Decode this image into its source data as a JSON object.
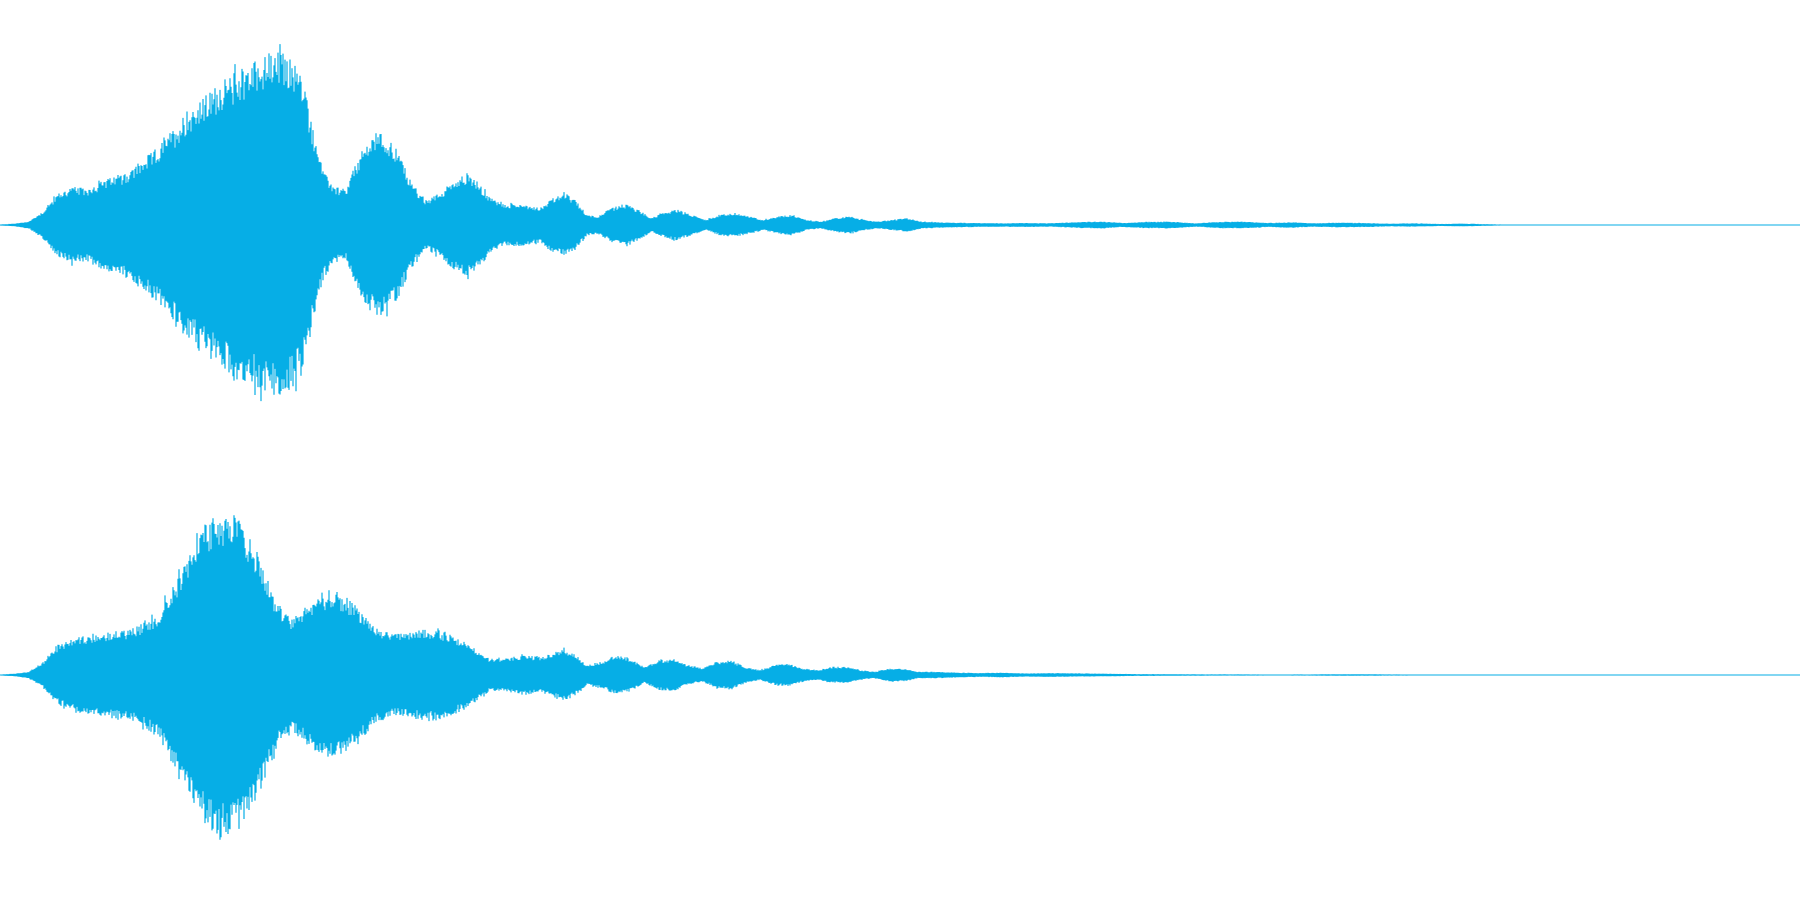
{
  "waveform": {
    "color": "#06aee6",
    "background": "#ffffff",
    "channels": [
      {
        "name": "channel-1",
        "envelope": [
          [
            0.0,
            0.003
          ],
          [
            0.008,
            0.008
          ],
          [
            0.016,
            0.02
          ],
          [
            0.024,
            0.08
          ],
          [
            0.032,
            0.18
          ],
          [
            0.04,
            0.22
          ],
          [
            0.048,
            0.21
          ],
          [
            0.056,
            0.25
          ],
          [
            0.064,
            0.28
          ],
          [
            0.072,
            0.31
          ],
          [
            0.08,
            0.38
          ],
          [
            0.088,
            0.45
          ],
          [
            0.096,
            0.55
          ],
          [
            0.104,
            0.66
          ],
          [
            0.112,
            0.72
          ],
          [
            0.12,
            0.8
          ],
          [
            0.128,
            0.86
          ],
          [
            0.136,
            0.92
          ],
          [
            0.144,
            0.96
          ],
          [
            0.152,
            1.0
          ],
          [
            0.16,
            0.98
          ],
          [
            0.168,
            0.86
          ],
          [
            0.174,
            0.55
          ],
          [
            0.18,
            0.3
          ],
          [
            0.186,
            0.22
          ],
          [
            0.192,
            0.2
          ],
          [
            0.198,
            0.36
          ],
          [
            0.204,
            0.48
          ],
          [
            0.21,
            0.54
          ],
          [
            0.216,
            0.5
          ],
          [
            0.222,
            0.4
          ],
          [
            0.228,
            0.26
          ],
          [
            0.236,
            0.14
          ],
          [
            0.244,
            0.18
          ],
          [
            0.252,
            0.26
          ],
          [
            0.26,
            0.3
          ],
          [
            0.266,
            0.24
          ],
          [
            0.272,
            0.16
          ],
          [
            0.28,
            0.12
          ],
          [
            0.29,
            0.12
          ],
          [
            0.3,
            0.1
          ],
          [
            0.308,
            0.16
          ],
          [
            0.314,
            0.18
          ],
          [
            0.32,
            0.14
          ],
          [
            0.326,
            0.06
          ],
          [
            0.332,
            0.05
          ],
          [
            0.34,
            0.1
          ],
          [
            0.348,
            0.12
          ],
          [
            0.356,
            0.08
          ],
          [
            0.362,
            0.04
          ],
          [
            0.368,
            0.07
          ],
          [
            0.376,
            0.09
          ],
          [
            0.384,
            0.06
          ],
          [
            0.392,
            0.03
          ],
          [
            0.4,
            0.06
          ],
          [
            0.408,
            0.07
          ],
          [
            0.416,
            0.05
          ],
          [
            0.424,
            0.03
          ],
          [
            0.432,
            0.05
          ],
          [
            0.44,
            0.06
          ],
          [
            0.448,
            0.03
          ],
          [
            0.456,
            0.02
          ],
          [
            0.464,
            0.04
          ],
          [
            0.472,
            0.05
          ],
          [
            0.48,
            0.03
          ],
          [
            0.488,
            0.02
          ],
          [
            0.496,
            0.03
          ],
          [
            0.504,
            0.04
          ],
          [
            0.512,
            0.02
          ],
          [
            0.524,
            0.015
          ],
          [
            0.54,
            0.012
          ],
          [
            0.556,
            0.01
          ],
          [
            0.57,
            0.012
          ],
          [
            0.584,
            0.01
          ],
          [
            0.6,
            0.018
          ],
          [
            0.612,
            0.02
          ],
          [
            0.624,
            0.012
          ],
          [
            0.636,
            0.018
          ],
          [
            0.65,
            0.02
          ],
          [
            0.664,
            0.01
          ],
          [
            0.678,
            0.018
          ],
          [
            0.69,
            0.02
          ],
          [
            0.704,
            0.012
          ],
          [
            0.718,
            0.016
          ],
          [
            0.73,
            0.01
          ],
          [
            0.744,
            0.014
          ],
          [
            0.758,
            0.012
          ],
          [
            0.772,
            0.008
          ],
          [
            0.786,
            0.01
          ],
          [
            0.8,
            0.006
          ],
          [
            0.812,
            0.008
          ],
          [
            0.822,
            0.006
          ],
          [
            0.834,
            0.003
          ],
          [
            0.85,
            0.0
          ],
          [
            1.0,
            0.0
          ]
        ]
      },
      {
        "name": "channel-2",
        "envelope": [
          [
            0.0,
            0.003
          ],
          [
            0.008,
            0.008
          ],
          [
            0.016,
            0.02
          ],
          [
            0.024,
            0.08
          ],
          [
            0.032,
            0.18
          ],
          [
            0.04,
            0.22
          ],
          [
            0.048,
            0.24
          ],
          [
            0.056,
            0.26
          ],
          [
            0.064,
            0.27
          ],
          [
            0.072,
            0.28
          ],
          [
            0.08,
            0.32
          ],
          [
            0.088,
            0.38
          ],
          [
            0.096,
            0.55
          ],
          [
            0.104,
            0.72
          ],
          [
            0.112,
            0.88
          ],
          [
            0.12,
            0.98
          ],
          [
            0.128,
            1.0
          ],
          [
            0.136,
            0.9
          ],
          [
            0.144,
            0.72
          ],
          [
            0.15,
            0.55
          ],
          [
            0.156,
            0.4
          ],
          [
            0.162,
            0.34
          ],
          [
            0.168,
            0.4
          ],
          [
            0.176,
            0.48
          ],
          [
            0.184,
            0.52
          ],
          [
            0.192,
            0.48
          ],
          [
            0.2,
            0.4
          ],
          [
            0.208,
            0.3
          ],
          [
            0.216,
            0.26
          ],
          [
            0.224,
            0.25
          ],
          [
            0.232,
            0.27
          ],
          [
            0.24,
            0.28
          ],
          [
            0.248,
            0.26
          ],
          [
            0.256,
            0.22
          ],
          [
            0.264,
            0.16
          ],
          [
            0.272,
            0.1
          ],
          [
            0.28,
            0.1
          ],
          [
            0.29,
            0.12
          ],
          [
            0.3,
            0.11
          ],
          [
            0.308,
            0.14
          ],
          [
            0.314,
            0.16
          ],
          [
            0.32,
            0.12
          ],
          [
            0.326,
            0.06
          ],
          [
            0.334,
            0.08
          ],
          [
            0.342,
            0.12
          ],
          [
            0.35,
            0.1
          ],
          [
            0.358,
            0.05
          ],
          [
            0.366,
            0.09
          ],
          [
            0.374,
            0.1
          ],
          [
            0.382,
            0.06
          ],
          [
            0.39,
            0.04
          ],
          [
            0.398,
            0.08
          ],
          [
            0.406,
            0.09
          ],
          [
            0.414,
            0.05
          ],
          [
            0.422,
            0.03
          ],
          [
            0.43,
            0.06
          ],
          [
            0.438,
            0.07
          ],
          [
            0.446,
            0.04
          ],
          [
            0.454,
            0.03
          ],
          [
            0.462,
            0.05
          ],
          [
            0.47,
            0.05
          ],
          [
            0.478,
            0.03
          ],
          [
            0.486,
            0.02
          ],
          [
            0.494,
            0.04
          ],
          [
            0.502,
            0.04
          ],
          [
            0.51,
            0.02
          ],
          [
            0.52,
            0.02
          ],
          [
            0.532,
            0.015
          ],
          [
            0.544,
            0.012
          ],
          [
            0.556,
            0.015
          ],
          [
            0.57,
            0.01
          ],
          [
            0.584,
            0.012
          ],
          [
            0.6,
            0.01
          ],
          [
            0.616,
            0.008
          ],
          [
            0.632,
            0.006
          ],
          [
            0.65,
            0.005
          ],
          [
            0.67,
            0.004
          ],
          [
            0.69,
            0.004
          ],
          [
            0.71,
            0.003
          ],
          [
            0.73,
            0.004
          ],
          [
            0.75,
            0.005
          ],
          [
            0.77,
            0.004
          ],
          [
            0.79,
            0.003
          ],
          [
            0.81,
            0.003
          ],
          [
            0.83,
            0.002
          ],
          [
            0.85,
            0.0
          ],
          [
            1.0,
            0.0
          ]
        ]
      }
    ]
  }
}
